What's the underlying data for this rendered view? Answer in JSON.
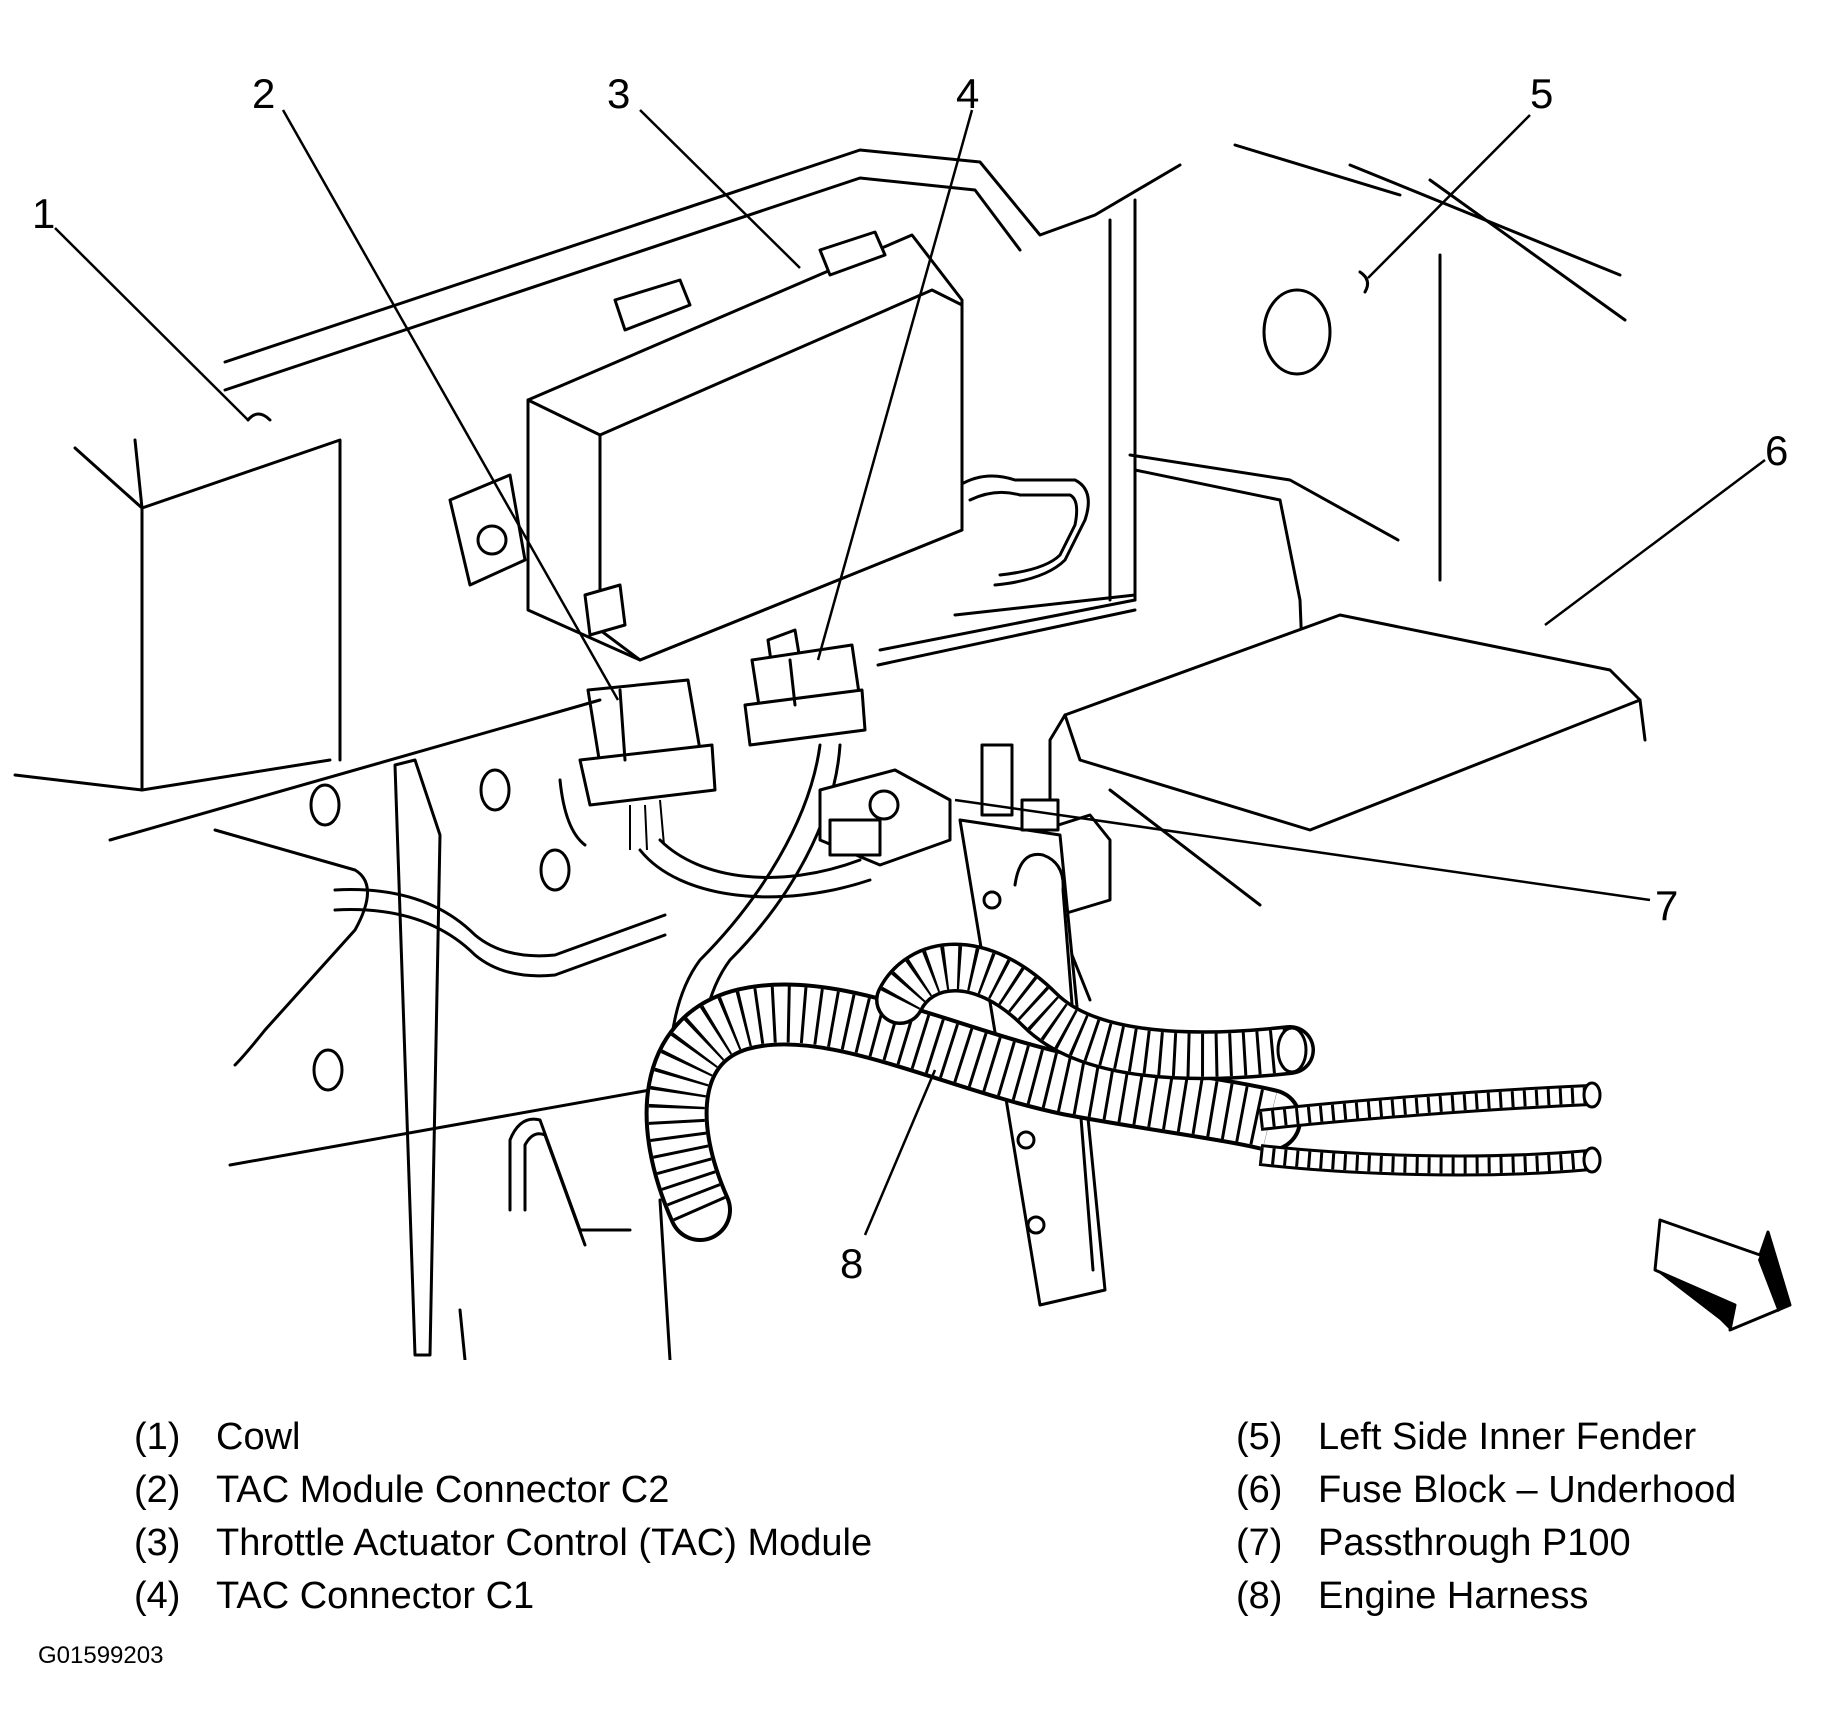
{
  "callouts": {
    "c1": "1",
    "c2": "2",
    "c3": "3",
    "c4": "4",
    "c5": "5",
    "c6": "6",
    "c7": "7",
    "c8": "8"
  },
  "legend": {
    "left": [
      {
        "num": "(1)",
        "label": "Cowl"
      },
      {
        "num": "(2)",
        "label": "TAC Module Connector C2"
      },
      {
        "num": "(3)",
        "label": "Throttle Actuator Control (TAC) Module"
      },
      {
        "num": "(4)",
        "label": "TAC Connector C1"
      }
    ],
    "right": [
      {
        "num": "(5)",
        "label": "Left Side Inner Fender"
      },
      {
        "num": "(6)",
        "label": "Fuse Block – Underhood"
      },
      {
        "num": "(7)",
        "label": "Passthrough P100"
      },
      {
        "num": "(8)",
        "label": "Engine Harness"
      }
    ]
  },
  "figure_id": "G01599203",
  "icons": {
    "direction": "forward-arrow-icon"
  }
}
